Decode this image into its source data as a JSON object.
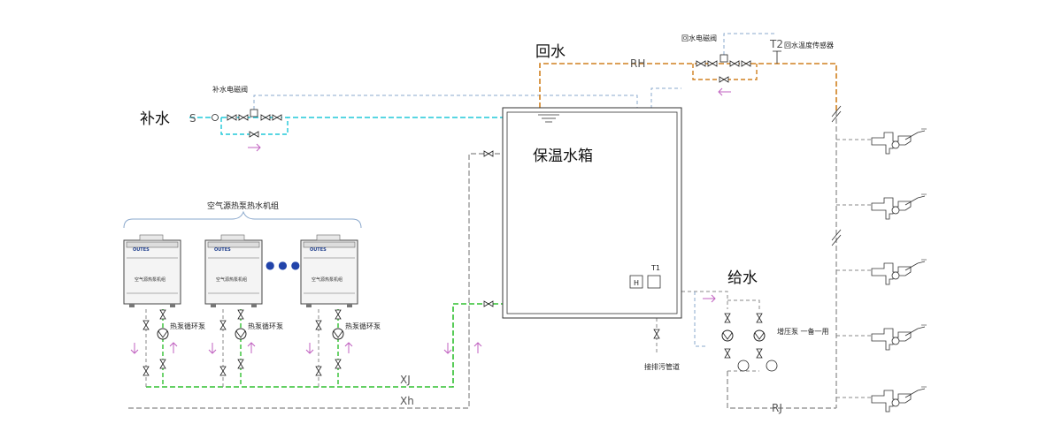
{
  "labels": {
    "makeup_water": "补水",
    "return_water": "回水",
    "tank": "保温水箱",
    "supply_water": "给水",
    "makeup_valve": "补水电磁阀",
    "return_valve": "回水电磁阀",
    "return_temp_sensor": "回水温度传感器",
    "unit_group": "空气源热泵热水机组",
    "circ_pump": "热泵循环泵",
    "booster_pump": "增压泵 一备一用",
    "drain_pipe": "接排污管道",
    "makeup_code": "S",
    "return_code": "RH",
    "supply_code": "RJ",
    "pipe_xj": "XJ",
    "pipe_xh": "Xh",
    "temp_code_t1": "T1",
    "temp_code_t2": "T2",
    "level_code": "H",
    "unit_brand": "OUTES",
    "unit_name": "空气源热泵机组",
    "ellipsis": "● ● ●"
  },
  "colors": {
    "makeup_line": "#20c8d8",
    "return_line": "#d08020",
    "cold_line": "#30c030",
    "control_line": "#8aa8cc",
    "grey_line": "#888888",
    "arrow": "#c060c0"
  }
}
